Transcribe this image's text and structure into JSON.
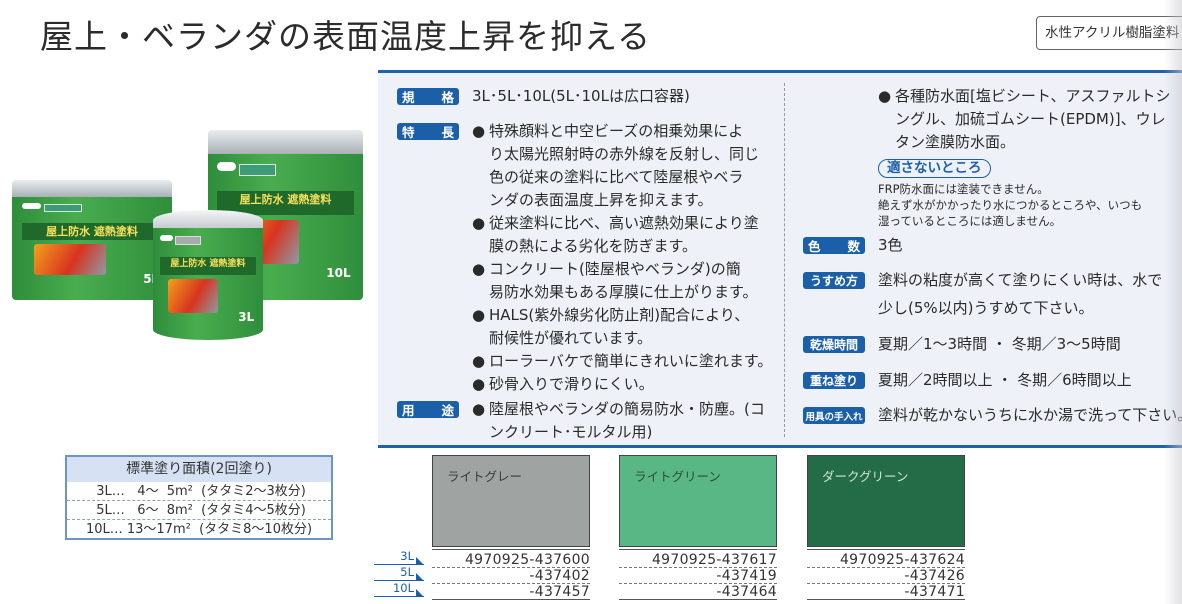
{
  "header": {
    "title": "屋上・ベランダの表面温度上昇を抑える",
    "resin_type": "水性アクリル樹脂塗料"
  },
  "product_image": {
    "cans": [
      {
        "size": "5L",
        "brand_band": "屋上防水 遮熱塗料"
      },
      {
        "size": "3L",
        "brand_band": "屋上防水 遮熱塗料"
      },
      {
        "size": "10L",
        "brand_band": "屋上防水 遮熱塗料"
      }
    ]
  },
  "spec": {
    "standard": {
      "label": [
        "規",
        "格"
      ],
      "value": "3L･5L･10L(5L･10Lは広口容器)"
    },
    "features": {
      "label": [
        "特",
        "長"
      ],
      "items": [
        [
          "特殊顔料と中空ビーズの相乗効果によ",
          "り太陽光照射時の赤外線を反射し、同じ",
          "色の従来の塗料に比べて陸屋根やベラ",
          "ンダの表面温度上昇を抑えます。"
        ],
        [
          "従来塗料に比べ、高い遮熱効果により塗",
          "膜の熱による劣化を防ぎます。"
        ],
        [
          "コンクリート(陸屋根やベランダ)の簡",
          "易防水効果もある厚膜に仕上がります。"
        ],
        [
          "HALS(紫外線劣化防止剤)配合により、",
          "耐候性が優れています。"
        ],
        [
          "ローラーバケで簡単にきれいに塗れます。"
        ],
        [
          "砂骨入りで滑りにくい。"
        ]
      ]
    },
    "uses": {
      "label": [
        "用",
        "途"
      ],
      "items": [
        [
          "陸屋根やベランダの簡易防水・防塵。(コ",
          "ンクリート･モルタル用)"
        ],
        [
          "各種防水面[塩ビシート、アスファルトシ",
          "ングル、加硫ゴムシート(EPDM)]、ウレ",
          "タン塗膜防水面。"
        ]
      ]
    },
    "unsuitable": {
      "label": "適さないところ",
      "lines": [
        "FRP防水面には塗装できません。",
        "絶えず水がかかったり水につかるところや、いつも",
        "湿っているところには適しません。"
      ]
    },
    "colors_count": {
      "label": [
        "色",
        "数"
      ],
      "value": "3色"
    },
    "thinning": {
      "label": "うすめ方",
      "lines": [
        "塗料の粘度が高くて塗りにくい時は、水で",
        "少し(5%以内)うすめて下さい。"
      ]
    },
    "drying_time": {
      "label": "乾燥時間",
      "value": "夏期／1〜3時間 ・ 冬期／3〜5時間"
    },
    "recoat": {
      "label": "重ね塗り",
      "value": "夏期／2時間以上 ・ 冬期／6時間以上"
    },
    "tool_care": {
      "label": "用具の手入れ",
      "value": "塗料が乾かないうちに水か湯で洗って下さい。"
    }
  },
  "coverage": {
    "title": "標準塗り面積(2回塗り)",
    "rows": [
      " 3L…   4〜  5m²  (タタミ2〜3枚分)",
      " 5L…   6〜  8m²  (タタミ4〜5枚分)",
      "10L… 13〜17m²  (タタミ8〜10枚分)"
    ]
  },
  "sizes": [
    "3L",
    "5L",
    "10L"
  ],
  "colors": [
    {
      "name": "ライトグレー",
      "hex": "#9fa3a2",
      "text_color": "#3a3a3a",
      "codes": [
        "4970925-437600",
        "-437402",
        "-437457"
      ]
    },
    {
      "name": "ライトグリーン",
      "hex": "#58b784",
      "text_color": "#2f4a3a",
      "codes": [
        "4970925-437617",
        "-437419",
        "-437464"
      ]
    },
    {
      "name": "ダークグリーン",
      "hex": "#246b47",
      "text_color": "#cfe6d8",
      "codes": [
        "4970925-437624",
        "-437426",
        "-437471"
      ]
    }
  ],
  "accent_colors": {
    "tag_blue": "#1b5fa8",
    "panel_bg": "#eef1f8",
    "panel_border": "#1f62a8"
  }
}
